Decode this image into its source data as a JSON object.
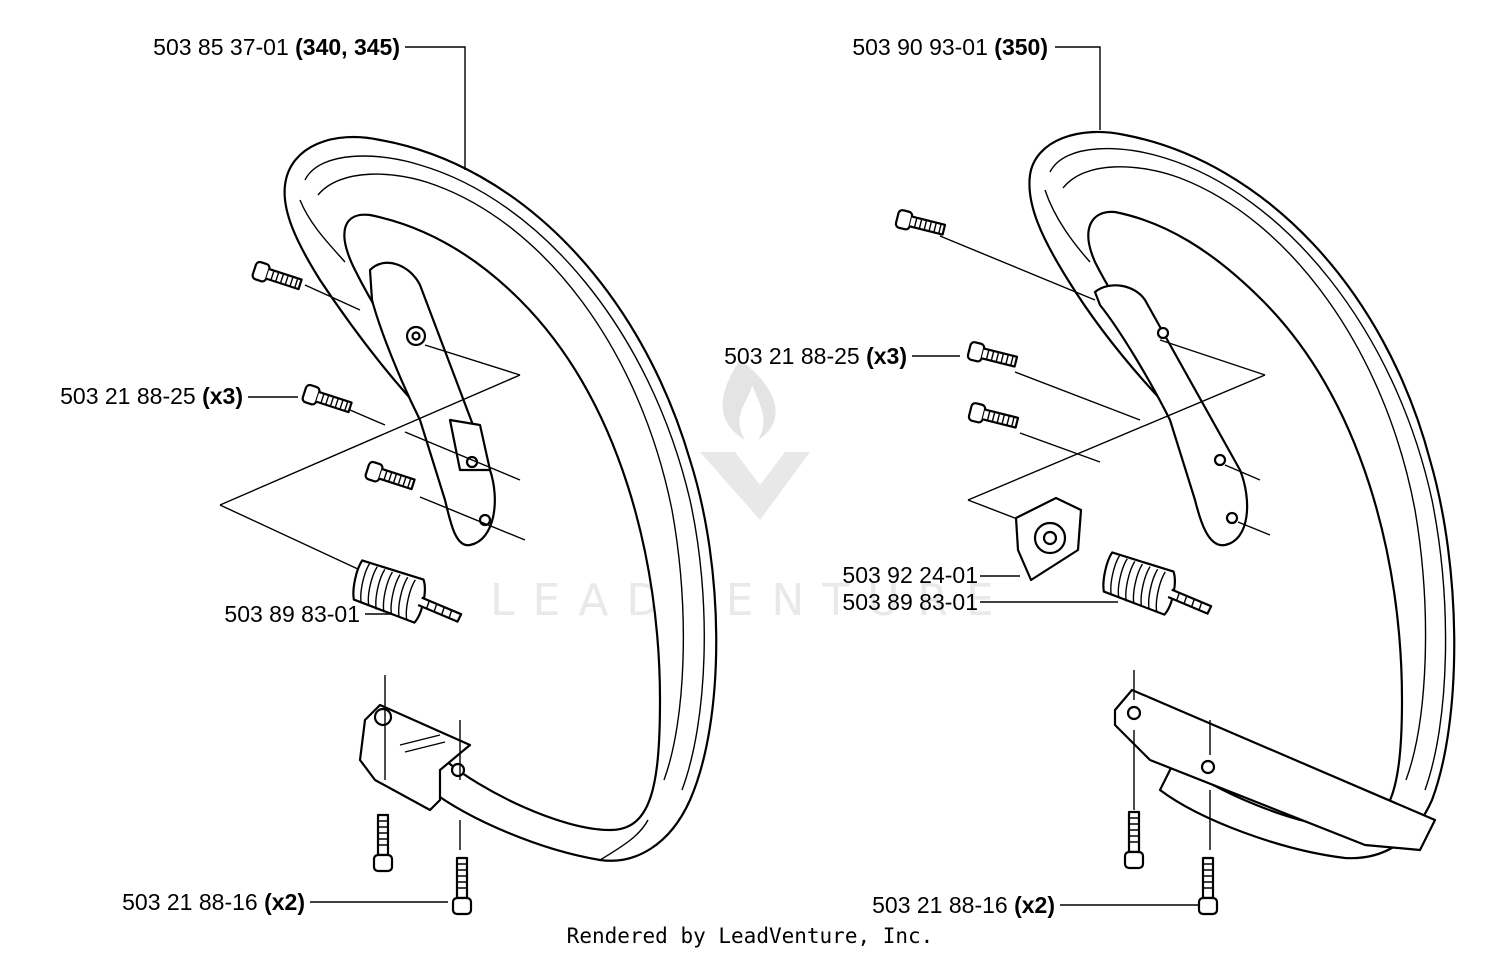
{
  "watermark": {
    "text": "LEADVENTURE",
    "color": "#d8d8d8"
  },
  "footer": "Rendered by LeadVenture, Inc.",
  "left_assembly": {
    "handle_part": {
      "number": "503 85 37-01",
      "qualifier": "(340, 345)"
    },
    "screw_upper": {
      "number": "503 21 88-25",
      "qualifier": "(x3)"
    },
    "damper": {
      "number": "503 89 83-01",
      "qualifier": ""
    },
    "screw_lower": {
      "number": "503 21 88-16",
      "qualifier": "(x2)"
    }
  },
  "right_assembly": {
    "handle_part": {
      "number": "503 90 93-01",
      "qualifier": "(350)"
    },
    "screw_upper": {
      "number": "503 21 88-25",
      "qualifier": "(x3)"
    },
    "bracket": {
      "number": "503 92 24-01",
      "qualifier": ""
    },
    "damper": {
      "number": "503 89 83-01",
      "qualifier": ""
    },
    "screw_lower": {
      "number": "503 21 88-16",
      "qualifier": "(x2)"
    }
  }
}
